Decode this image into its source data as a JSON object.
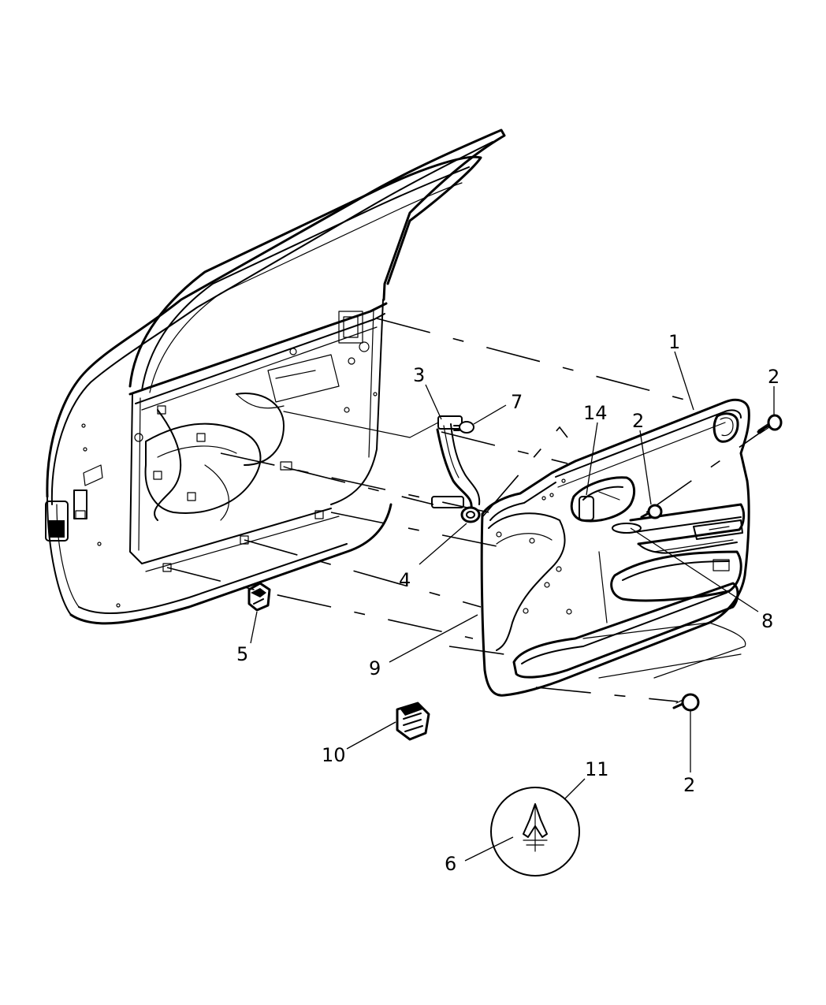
{
  "callouts": [
    {
      "id": "callout-1",
      "label": "1"
    },
    {
      "id": "callout-2-upper-right",
      "label": "2"
    },
    {
      "id": "callout-2-center",
      "label": "2"
    },
    {
      "id": "callout-2-lower",
      "label": "2"
    },
    {
      "id": "callout-3",
      "label": "3"
    },
    {
      "id": "callout-4",
      "label": "4"
    },
    {
      "id": "callout-5",
      "label": "5"
    },
    {
      "id": "callout-6",
      "label": "6"
    },
    {
      "id": "callout-7",
      "label": "7"
    },
    {
      "id": "callout-8",
      "label": "8"
    },
    {
      "id": "callout-9",
      "label": "9"
    },
    {
      "id": "callout-10",
      "label": "10"
    },
    {
      "id": "callout-11",
      "label": "11"
    },
    {
      "id": "callout-14",
      "label": "14"
    }
  ]
}
